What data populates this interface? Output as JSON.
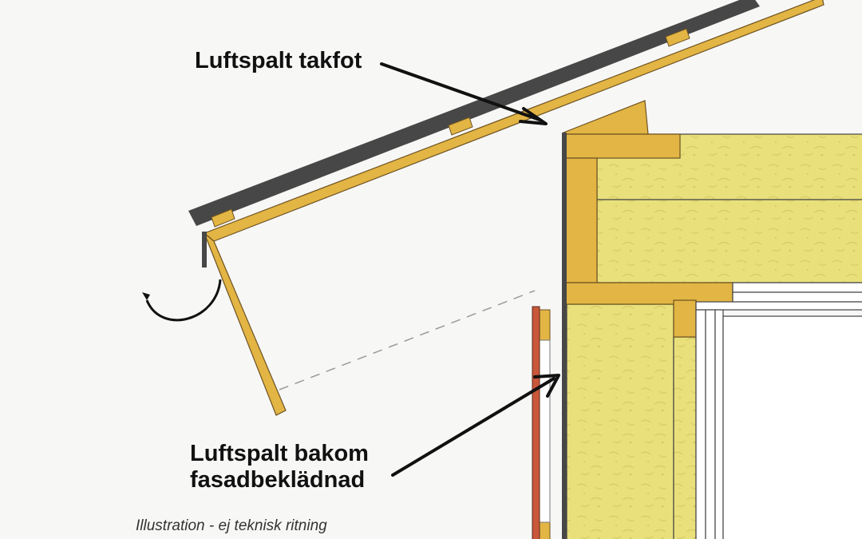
{
  "labels": {
    "eave_gap": "Luftspalt takfot",
    "facade_gap_line1": "Luftspalt bakom",
    "facade_gap_line2": "fasadbeklädnad"
  },
  "caption": "Illustration - ej teknisk ritning",
  "colors": {
    "background": "#f7f7f6",
    "roofing": "#474747",
    "timber": "#e2b544",
    "timber_edge": "#6e5222",
    "insulation": "#e9e07c",
    "cladding": "#c9573a",
    "arrow": "#111111",
    "dashed_line": "#9a9a9a"
  }
}
